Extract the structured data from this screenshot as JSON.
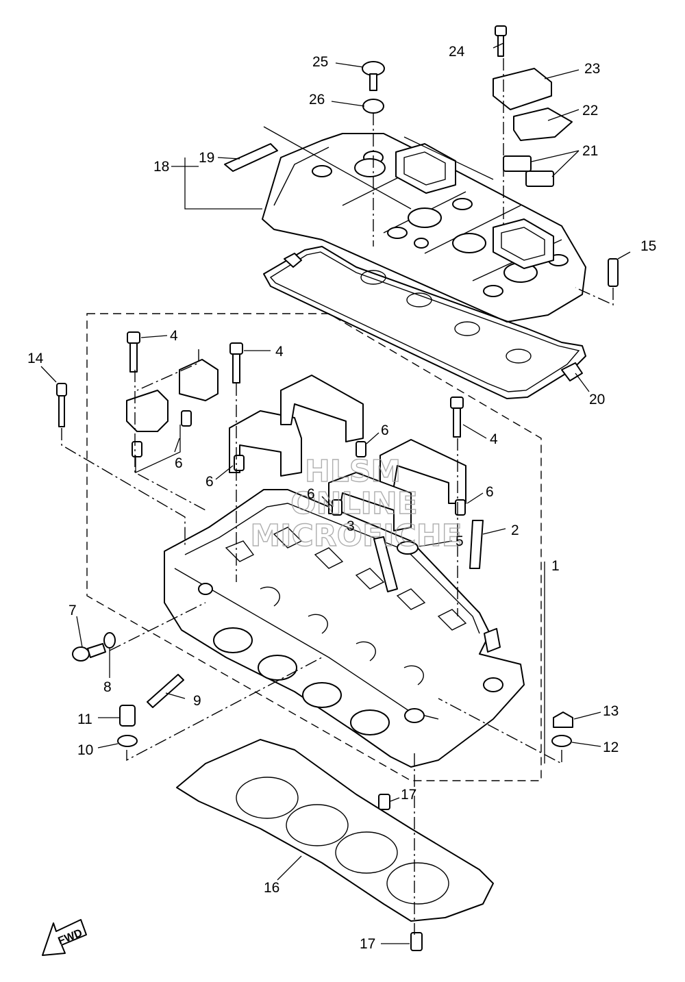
{
  "diagram": {
    "callouts": [
      {
        "id": "c1",
        "label": "1"
      },
      {
        "id": "c2",
        "label": "2"
      },
      {
        "id": "c3",
        "label": "3"
      },
      {
        "id": "c4a",
        "label": "4"
      },
      {
        "id": "c4b",
        "label": "4"
      },
      {
        "id": "c4c",
        "label": "4"
      },
      {
        "id": "c5",
        "label": "5"
      },
      {
        "id": "c6a",
        "label": "6"
      },
      {
        "id": "c6b",
        "label": "6"
      },
      {
        "id": "c6c",
        "label": "6"
      },
      {
        "id": "c6d",
        "label": "6"
      },
      {
        "id": "c6e",
        "label": "6"
      },
      {
        "id": "c7",
        "label": "7"
      },
      {
        "id": "c8",
        "label": "8"
      },
      {
        "id": "c9",
        "label": "9"
      },
      {
        "id": "c10",
        "label": "10"
      },
      {
        "id": "c11",
        "label": "11"
      },
      {
        "id": "c12",
        "label": "12"
      },
      {
        "id": "c13",
        "label": "13"
      },
      {
        "id": "c14",
        "label": "14"
      },
      {
        "id": "c15",
        "label": "15"
      },
      {
        "id": "c16",
        "label": "16"
      },
      {
        "id": "c17a",
        "label": "17"
      },
      {
        "id": "c17b",
        "label": "17"
      },
      {
        "id": "c18",
        "label": "18"
      },
      {
        "id": "c19",
        "label": "19"
      },
      {
        "id": "c20",
        "label": "20"
      },
      {
        "id": "c21",
        "label": "21"
      },
      {
        "id": "c22",
        "label": "22"
      },
      {
        "id": "c23",
        "label": "23"
      },
      {
        "id": "c24",
        "label": "24"
      },
      {
        "id": "c25",
        "label": "25"
      },
      {
        "id": "c26",
        "label": "26"
      }
    ],
    "watermark": [
      "HLSM",
      "ONLINE",
      "MICROFICHE"
    ],
    "direction_marker": "FWD"
  }
}
